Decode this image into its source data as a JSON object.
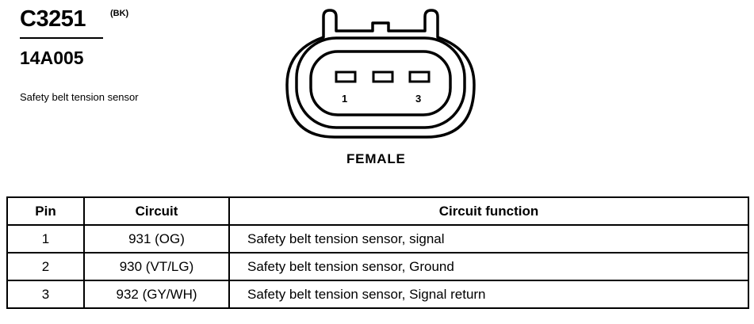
{
  "connector": {
    "id": "C3251",
    "color": "(BK)",
    "part_number": "14A005",
    "description": "Safety belt tension sensor",
    "gender": "FEMALE",
    "pin_labels": [
      "1",
      "3"
    ]
  },
  "table": {
    "headers": [
      "Pin",
      "Circuit",
      "Circuit function"
    ],
    "rows": [
      {
        "pin": "1",
        "circuit": "931 (OG)",
        "function": "Safety belt tension sensor, signal"
      },
      {
        "pin": "2",
        "circuit": "930 (VT/LG)",
        "function": "Safety belt tension sensor, Ground"
      },
      {
        "pin": "3",
        "circuit": "932 (GY/WH)",
        "function": "Safety belt tension sensor, Signal return"
      }
    ]
  }
}
